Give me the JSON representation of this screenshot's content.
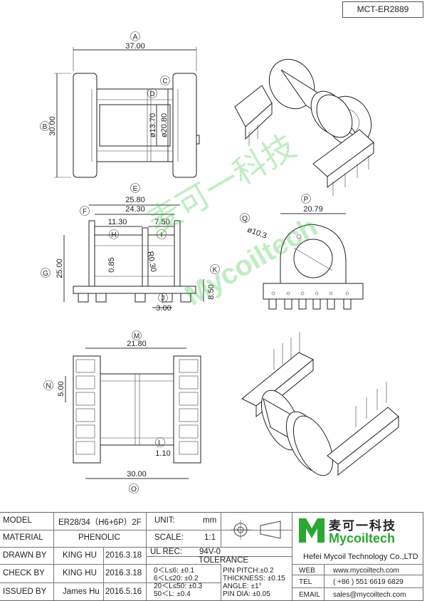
{
  "drawing_number": "MCT-ER2889",
  "watermark": {
    "cn": "麦可一科技",
    "en": "Mycoiltech"
  },
  "dims": {
    "A": {
      "label": "A",
      "value": "37.00"
    },
    "B": {
      "label": "B",
      "value": "30.00"
    },
    "C": {
      "label": "C"
    },
    "D": {
      "label": "D"
    },
    "d1": {
      "value": "ø13.70"
    },
    "d2": {
      "value": "ø20.80"
    },
    "E": {
      "label": "E",
      "value": "25.80"
    },
    "F": {
      "label": "F",
      "value": "24.30"
    },
    "H": {
      "label": "H",
      "value": "11.30"
    },
    "I": {
      "label": "I",
      "value": "7.50"
    },
    "G": {
      "label": "G",
      "value": "25.00"
    },
    "h085": {
      "value": "0.85"
    },
    "r030": {
      "value": "R0.30"
    },
    "J": {
      "label": "J",
      "value": "3.00"
    },
    "K": {
      "label": "K",
      "value": "8.50"
    },
    "P": {
      "label": "P",
      "value": "20.79"
    },
    "Q": {
      "label": "Q",
      "value": "ø10.3"
    },
    "M": {
      "label": "M",
      "value": "21.80"
    },
    "N": {
      "label": "N",
      "value": "5.00"
    },
    "L": {
      "label": "L",
      "value": "1.10"
    },
    "O": {
      "label": "O",
      "value": "30.00"
    }
  },
  "table": {
    "model_label": "MODEL",
    "model_value": "ER28/34（H6+6P）2F",
    "material_label": "MATERIAL",
    "material_value": "PHENOLIC",
    "drawn_label": "DRAWN BY",
    "drawn_name": "KING HU",
    "drawn_date": "2016.3.18",
    "check_label": "CHECK BY",
    "check_name": "KING HU",
    "check_date": "2016.3.18",
    "issued_label": "ISSUED BY",
    "issued_name": "James Hu",
    "issued_date": "2016.5.16",
    "unit_label": "UNIT:",
    "unit_value": "mm",
    "scale_label": "SCALE:",
    "scale_value": "1:1",
    "ulrec_label": "UL REC:",
    "ulrec_value": "94V-0",
    "tolerance_label": "TOLERANCE",
    "tol_1": "0＜L≤6: ±0.1",
    "tol_2": "6＜L≤20: ±0.2",
    "tol_3": "20＜L≤50: ±0.3",
    "tol_4": "50＜L: ±0.4",
    "pin_pitch": "PIN PITCH:±0.2",
    "thickness": "THICKNESS: ±0.15",
    "angle": "ANGLE: ±1°",
    "pin_dia": "PIN DIA: ±0.05",
    "company_cn": "麦可一科技",
    "company_logo": "Mycoiltech",
    "company_name": "Hefei Mycoil Technology Co.,LTD",
    "web_label": "WEB",
    "web_value": "www.mycoiltech.com",
    "tel_label": "TEL",
    "tel_value": "( +86 ) 551 6619 6829",
    "email_label": "EMAIL",
    "email_value": "sales@mycoiltech.com"
  },
  "colors": {
    "brand_green": "#22c22a",
    "line": "#333333"
  }
}
